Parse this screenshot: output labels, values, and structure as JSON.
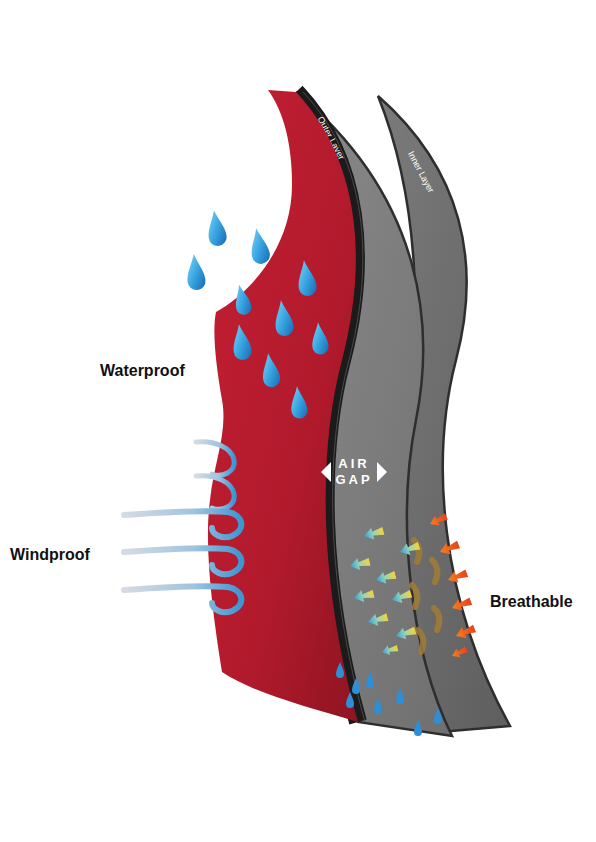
{
  "diagram": {
    "nodes": [
      {
        "text": [
          "Outer Layer"
        ]
      },
      {
        "text": [
          "Inner Layer"
        ]
      }
    ],
    "labels": [
      "Waterproof",
      "Windproof",
      "AIR GAP",
      "Breathable"
    ]
  }
}
